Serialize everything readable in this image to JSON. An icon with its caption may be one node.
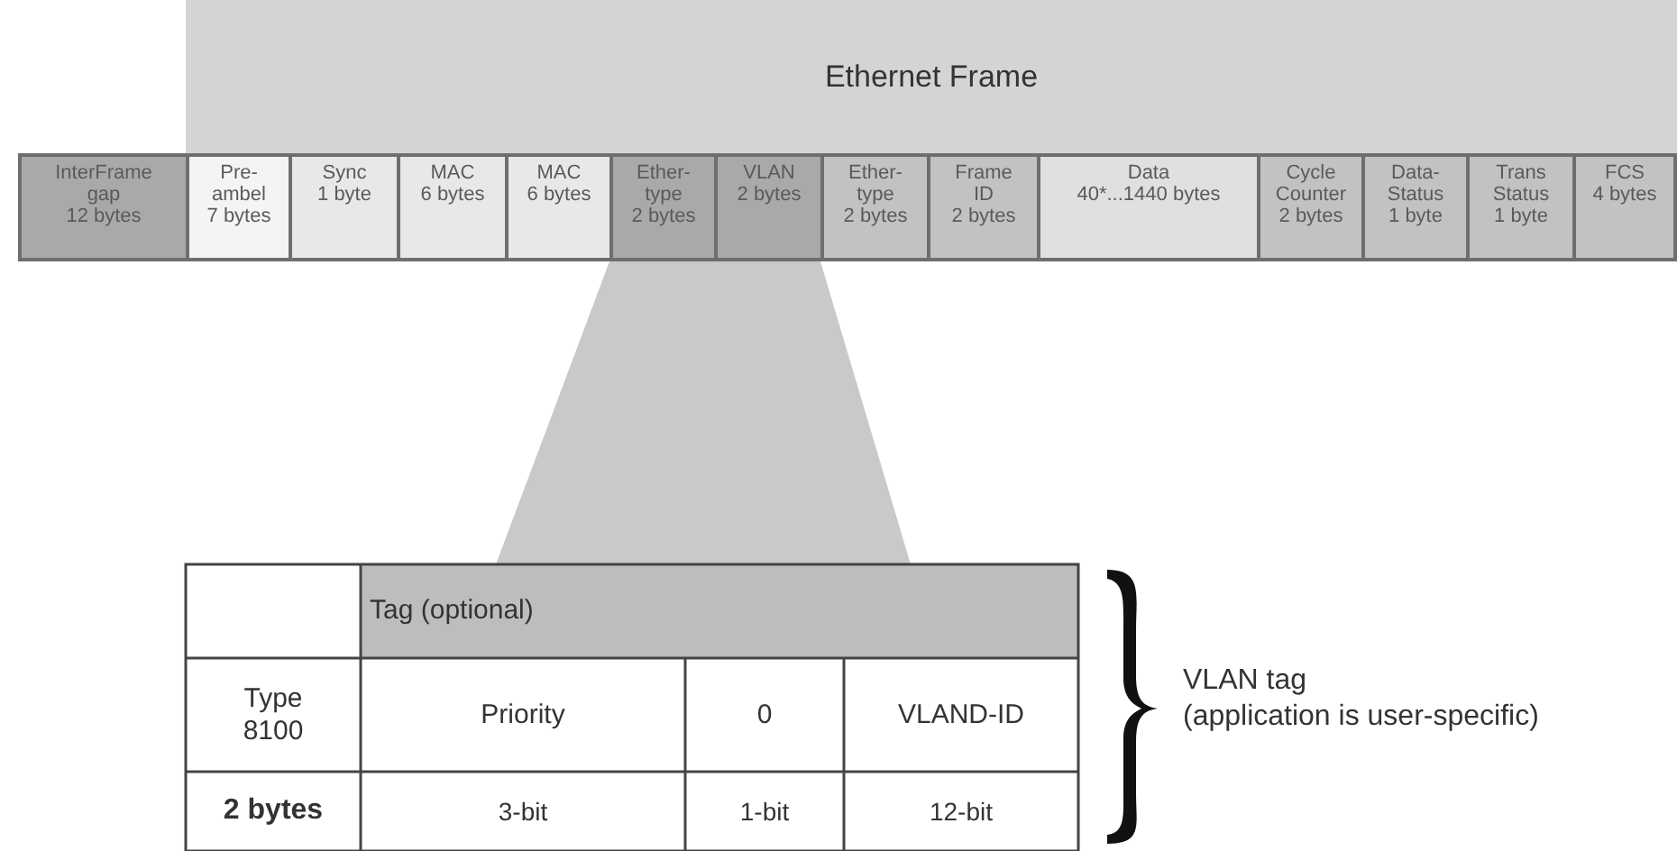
{
  "diagram": {
    "nodes": [
      {
        "text": [
          "Ethernet Frame"
        ]
      },
      {
        "text": [
          "InterFrame gap",
          "12 bytes"
        ]
      },
      {
        "text": [
          "Pre- ambel",
          "7 bytes"
        ]
      },
      {
        "text": [
          "Sync",
          "1 byte"
        ]
      },
      {
        "text": [
          "MAC",
          "6 bytes"
        ]
      },
      {
        "text": [
          "MAC",
          "6 bytes"
        ]
      },
      {
        "text": [
          "Ether- type",
          "2 bytes"
        ]
      },
      {
        "text": [
          "VLAN",
          "2 bytes"
        ]
      },
      {
        "text": [
          "Ether- type",
          "2 bytes"
        ]
      },
      {
        "text": [
          "Frame ID",
          "2 bytes"
        ]
      },
      {
        "text": [
          "Data",
          "40*...1440 bytes"
        ]
      },
      {
        "text": [
          "Cycle Counter",
          "2 bytes"
        ]
      },
      {
        "text": [
          "Data- Status",
          "1 byte"
        ]
      },
      {
        "text": [
          "Trans Status",
          "1 byte"
        ]
      },
      {
        "text": [
          "FCS",
          "4 bytes"
        ]
      }
    ],
    "labels": [
      "Tag (optional)",
      "Type 8100",
      "Priority",
      "0",
      "VLAND-ID",
      "2 bytes",
      "3-bit",
      "1-bit",
      "12-bit",
      "VLAN tag",
      "(application is user-specific)"
    ]
  }
}
